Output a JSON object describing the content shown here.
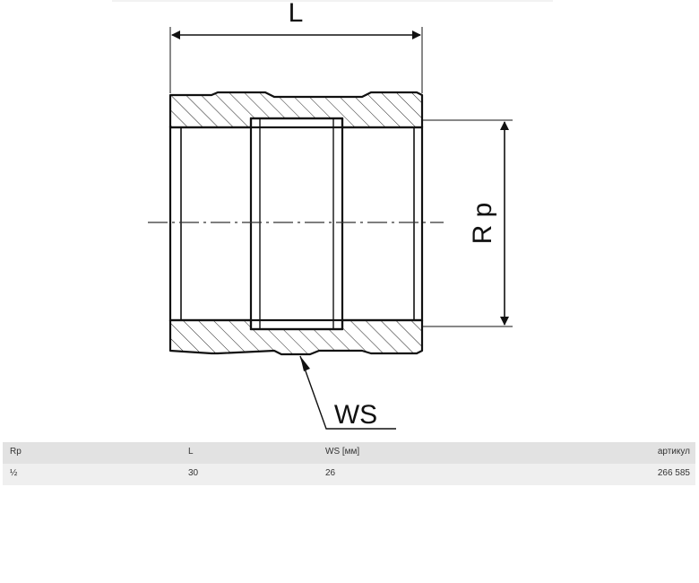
{
  "drawing": {
    "labels": {
      "length": "L",
      "thread": "R p",
      "wrench": "WS"
    }
  },
  "table": {
    "headers": [
      "Rp",
      "L",
      "WS [мм]",
      "артикул"
    ],
    "rows": [
      [
        "½",
        "30",
        "26",
        "266 585"
      ]
    ]
  },
  "colors": {
    "header_bg": "#e2e2e2",
    "row_bg": "#efefef",
    "line": "#111111"
  }
}
